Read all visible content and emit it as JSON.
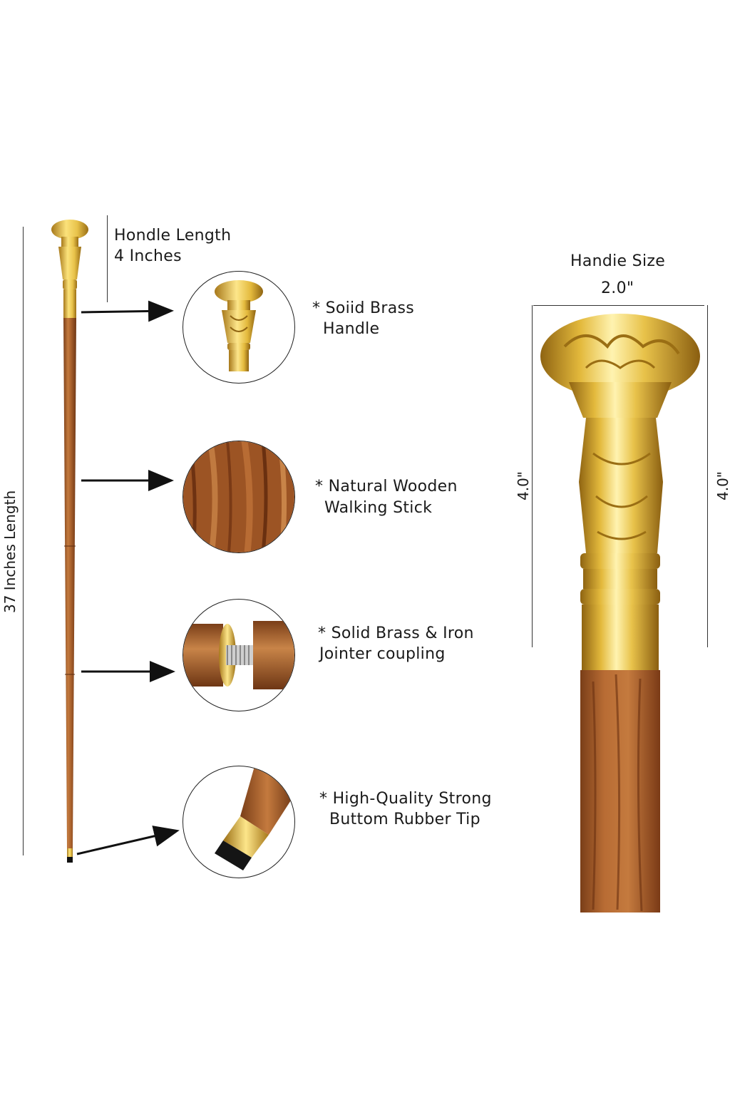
{
  "stick": {
    "length_label": "37 Inches Length"
  },
  "handle_length": {
    "line1": "Hondle Length",
    "line2": "4 Inches"
  },
  "features": [
    {
      "line1": "* Soiid Brass",
      "line2": "Handle",
      "icon": "brass-handle-closeup"
    },
    {
      "line1": "* Natural Wooden",
      "line2": "Walking Stick",
      "icon": "wood-grain-closeup"
    },
    {
      "line1": "* Solid Brass & Iron",
      "line2": "Jointer coupling",
      "icon": "jointer-coupling-closeup"
    },
    {
      "line1": "* High-Quality Strong",
      "line2": "Buttom Rubber Tip",
      "icon": "rubber-tip-closeup"
    }
  ],
  "handle_size": {
    "title": "Handie Size",
    "width": "2.0\"",
    "height_left": "4.0\"",
    "height_right": "4.0\""
  },
  "colors": {
    "brass": "#e8c24a",
    "brass_dark": "#a7781a",
    "wood": "#a8602c",
    "wood_dark": "#7a3e18"
  }
}
